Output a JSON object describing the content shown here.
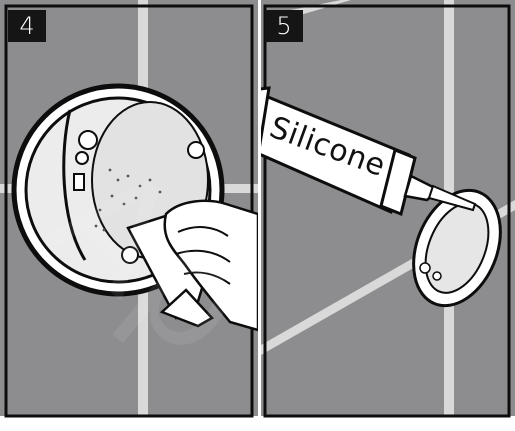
{
  "panels": [
    {
      "step": "4"
    },
    {
      "step": "5",
      "tube_label": "Silicone"
    }
  ],
  "colors": {
    "tile": "#8d8d8f",
    "grout": "#d9d9d9",
    "outline": "#0d0d0d",
    "badge": "#151515"
  }
}
